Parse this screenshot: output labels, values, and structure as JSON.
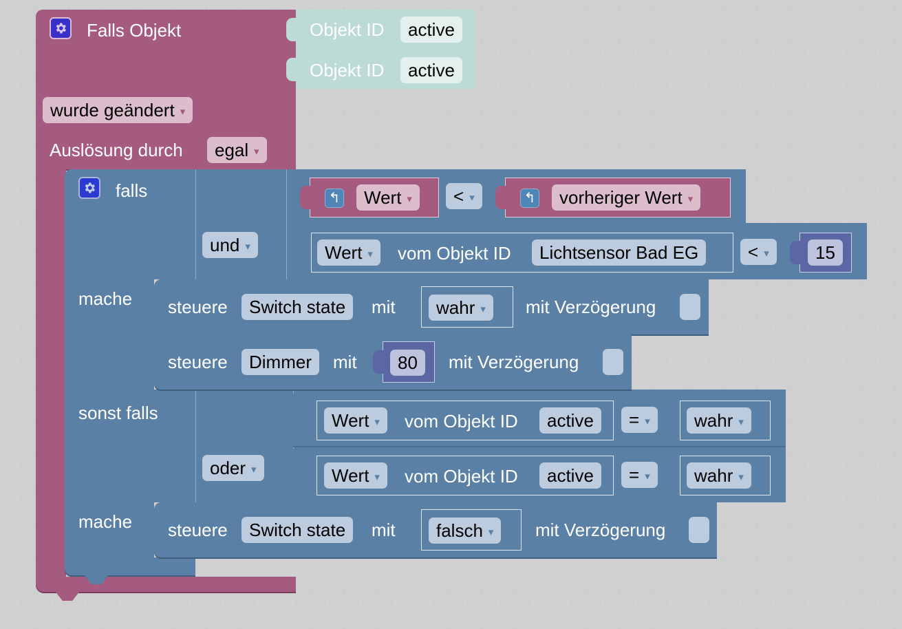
{
  "trigger_block": {
    "title": "Falls Objekt",
    "object_inputs": [
      {
        "label": "Objekt ID",
        "value": "active"
      },
      {
        "label": "Objekt ID",
        "value": "active"
      }
    ],
    "condition_dropdown": "wurde geändert",
    "trigger_label": "Auslösung durch",
    "trigger_dropdown": "egal",
    "icon": "gear-icon",
    "color": "#a55b80"
  },
  "if_block": {
    "if_label": "falls",
    "do_label": "mache",
    "elseif_label": "sonst falls",
    "do2_label": "mache",
    "icon": "gear-icon",
    "color": "#5b80a5",
    "condition1": {
      "operator": "und",
      "compare1": {
        "left": "Wert",
        "op": "<",
        "right": "vorheriger Wert"
      },
      "compare2": {
        "left_dropdown": "Wert",
        "of_label": "vom Objekt ID",
        "object": "Lichtsensor Bad EG",
        "op": "<",
        "number": "15"
      }
    },
    "do1": [
      {
        "label": "steuere",
        "target": "Switch state",
        "with_label": "mit",
        "value": "wahr",
        "delay_label": "mit Verzögerung"
      },
      {
        "label": "steuere",
        "target": "Dimmer",
        "with_label": "mit",
        "value": "80",
        "delay_label": "mit Verzögerung"
      }
    ],
    "condition2": {
      "operator": "oder",
      "compares": [
        {
          "left_dropdown": "Wert",
          "of_label": "vom Objekt ID",
          "object": "active",
          "op": "=",
          "value": "wahr"
        },
        {
          "left_dropdown": "Wert",
          "of_label": "vom Objekt ID",
          "object": "active",
          "op": "=",
          "value": "wahr"
        }
      ]
    },
    "do2": [
      {
        "label": "steuere",
        "target": "Switch state",
        "with_label": "mit",
        "value": "falsch",
        "delay_label": "mit Verzögerung"
      }
    ]
  },
  "arrow_glyph": "▾",
  "loop_glyph": "↰"
}
